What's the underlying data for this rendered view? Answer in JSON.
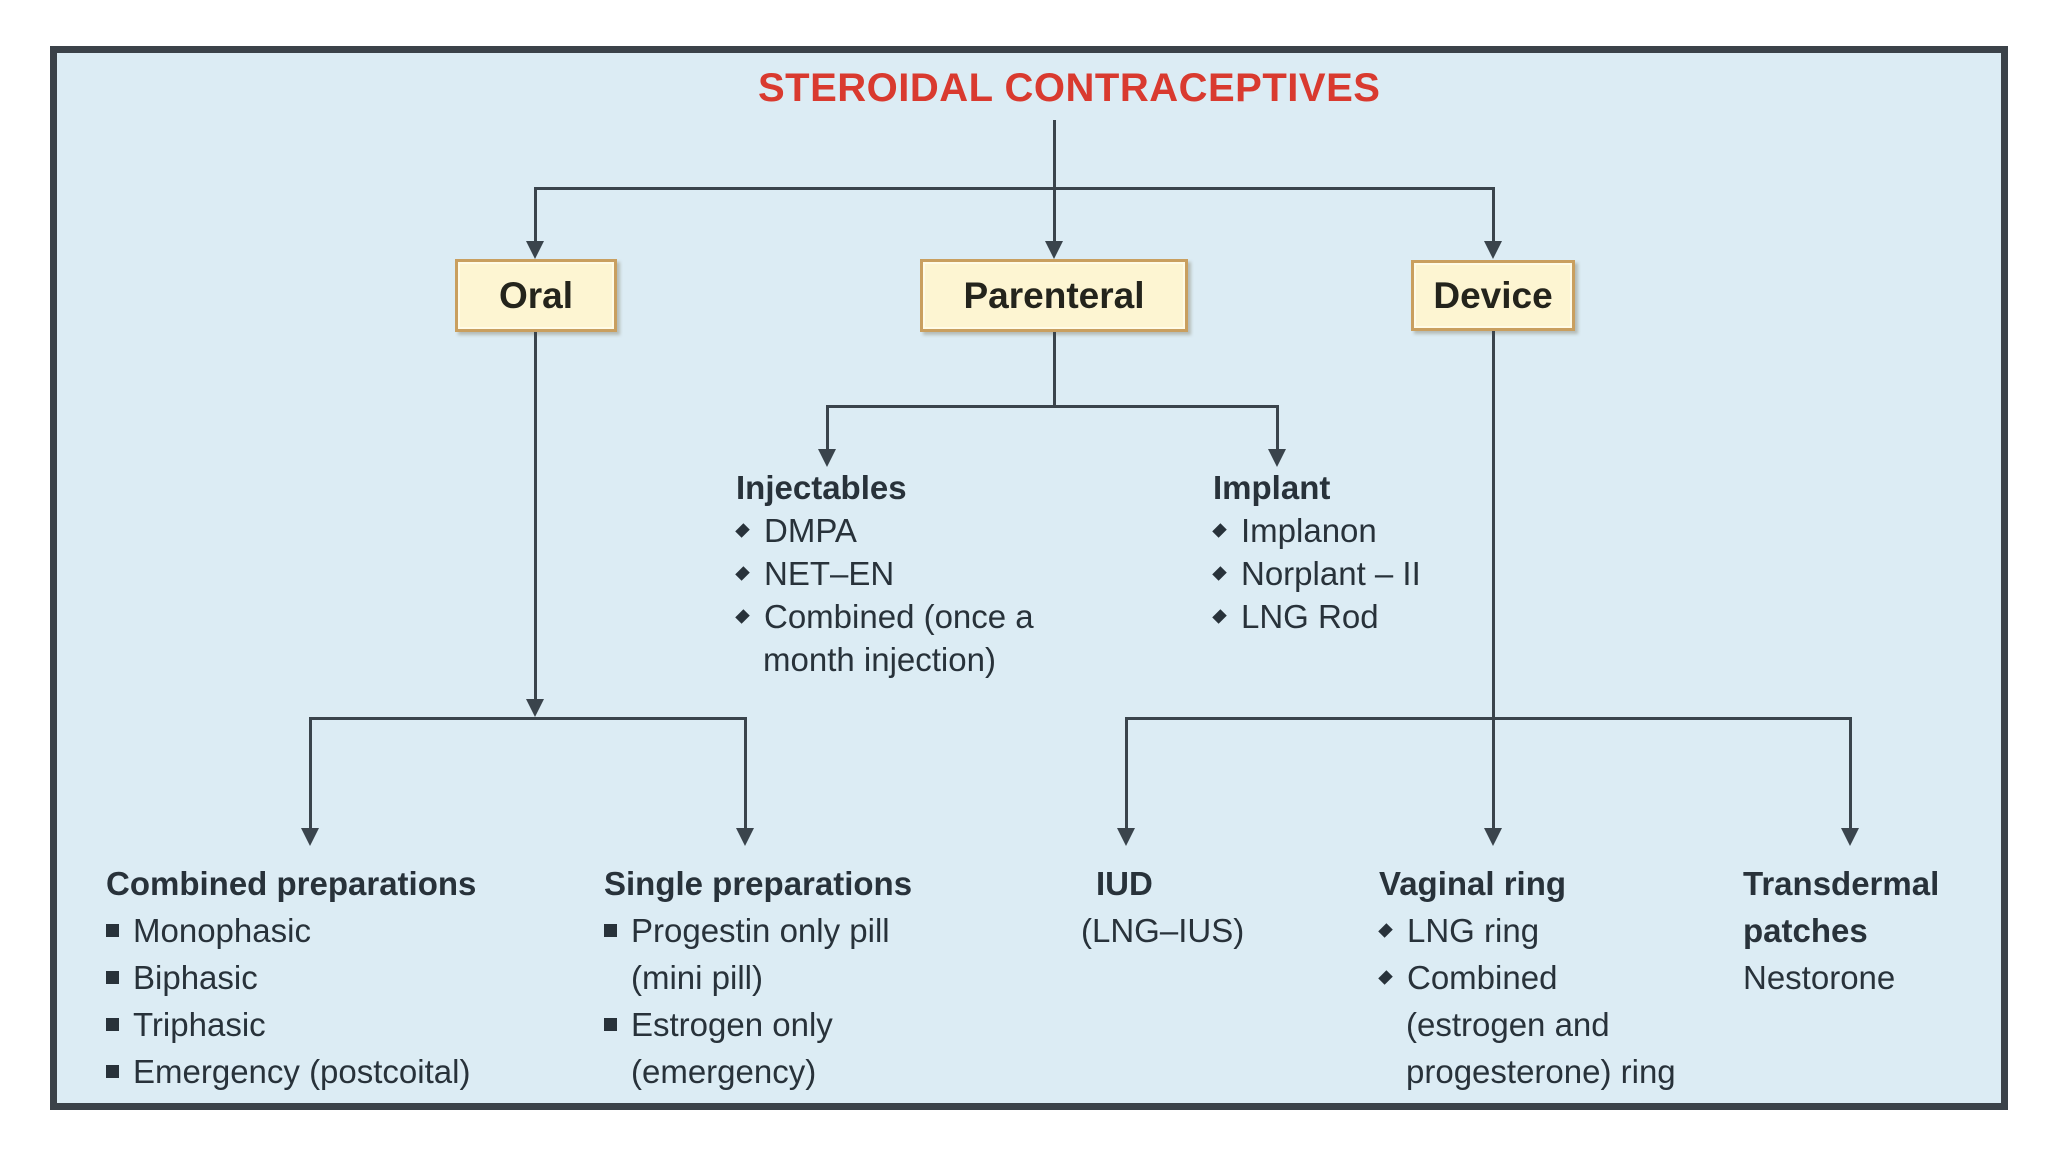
{
  "title": "STEROIDAL CONTRACEPTIVES",
  "colors": {
    "title_red": "#d93a2f",
    "line": "#3a444c",
    "background": "#dcecf4",
    "frame_border": "#3b4249",
    "box_fill": "#fdf5d2",
    "box_border": "#c99f5f",
    "text": "#28323a"
  },
  "icons": {
    "arrow-down-icon": "▼",
    "diamond-bullet": "◆",
    "square-bullet": "■"
  },
  "level1": {
    "oral": "Oral",
    "parenteral": "Parenteral",
    "device": "Device"
  },
  "nodes": {
    "injectables": {
      "header": "Injectables",
      "items": [
        "DMPA",
        "NET–EN",
        "Combined (once a",
        "month injection)"
      ]
    },
    "implant": {
      "header": "Implant",
      "items": [
        "Implanon",
        "Norplant – II",
        "LNG Rod"
      ]
    },
    "combined_preparations": {
      "header": "Combined preparations",
      "items": [
        "Monophasic",
        "Biphasic",
        "Triphasic",
        "Emergency (postcoital)"
      ]
    },
    "single_preparations": {
      "header": "Single preparations",
      "items": [
        "Progestin only pill",
        "(mini pill)",
        "Estrogen only",
        "(emergency)"
      ]
    },
    "iud": {
      "header": "IUD",
      "subtext": "(LNG–IUS)"
    },
    "vaginal_ring": {
      "header": "Vaginal ring",
      "items": [
        "LNG ring",
        "Combined",
        "(estrogen and",
        "progesterone) ring"
      ]
    },
    "transdermal": {
      "header_line1": "Transdermal",
      "header_line2": "patches",
      "item": "Nestorone"
    }
  }
}
